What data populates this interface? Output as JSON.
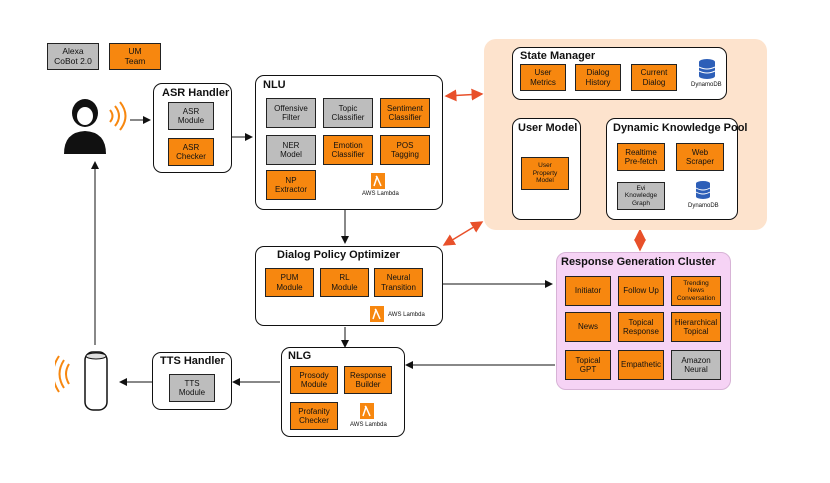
{
  "legend": {
    "alexa": "Alexa\nCoBot 2.0",
    "uim": "UM\nTeam"
  },
  "asr": {
    "title": "ASR Handler",
    "module": "ASR\nModule",
    "checker": "ASR\nChecker"
  },
  "nlu": {
    "title": "NLU",
    "offensive": "Offensive\nFilter",
    "topic": "Topic\nClassifier",
    "sentiment": "Sentiment\nClassifier",
    "ner": "NER\nModel",
    "emotion": "Emotion\nClassifier",
    "pos": "POS\nTagging",
    "np": "NP\nExtractor",
    "lambda": "AWS Lambda"
  },
  "state_manager": {
    "title": "State Manager",
    "user_metrics": "User\nMetrics",
    "dialog_history": "Dialog\nHistory",
    "current_dialog": "Current\nDialog",
    "db": "DynamoDB"
  },
  "user_model": {
    "title": "User Model",
    "property": "User\nProperty\nModel"
  },
  "dkp": {
    "title": "Dynamic Knowledge Pool",
    "realtime": "Realtime\nPre-fetch",
    "scraper": "Web\nScraper",
    "evi": "Evi\nKnowledge\nGraph",
    "db": "DynamoDB"
  },
  "dpo": {
    "title": "Dialog Policy Optimizer",
    "pum": "PUM\nModule",
    "rl": "RL\nModule",
    "neural": "Neural\nTransition",
    "lambda": "AWS Lambda"
  },
  "rgc": {
    "title": "Response Generation Cluster",
    "initiator": "Initiator",
    "followup": "Follow Up",
    "trending": "Trending\nNews\nConversation",
    "news": "News",
    "topical": "Topical\nResponse",
    "hierarchical": "Hierarchical\nTopical",
    "gpt": "Topical\nGPT",
    "empathetic": "Empathetic",
    "amazon": "Amazon\nNeural"
  },
  "nlg": {
    "title": "NLG",
    "prosody": "Prosody\nModule",
    "builder": "Response\nBuilder",
    "profanity": "Profanity\nChecker",
    "lambda": "AWS Lambda"
  },
  "tts": {
    "title": "TTS Handler",
    "module": "TTS\nModule"
  },
  "colors": {
    "orange": "#f7870f",
    "gray": "#bdbdbd",
    "state_bg": "#fde3cd",
    "rgc_bg": "#f6d3f5",
    "arrow_red": "#e8502a"
  }
}
